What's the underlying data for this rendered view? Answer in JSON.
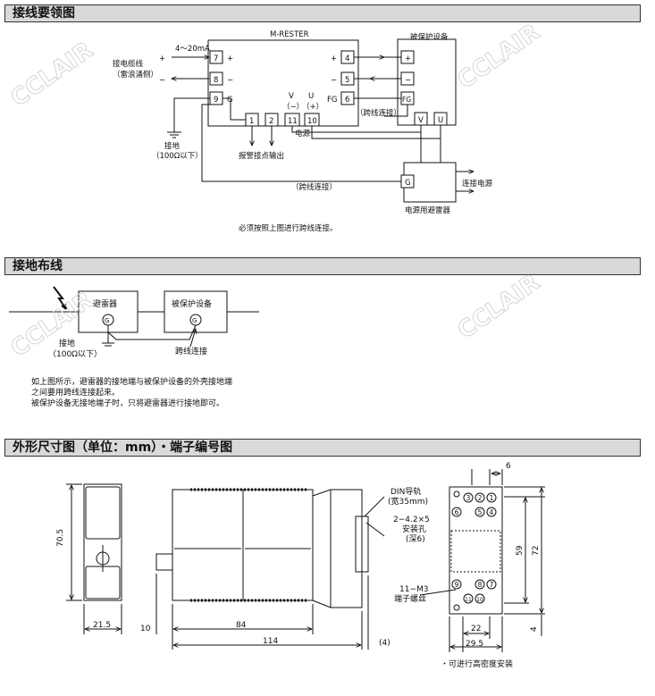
{
  "sections": {
    "wiring_title": "接线要领图",
    "ground_title": "接地布线",
    "dims_title": "外形尺寸图（单位：mm）・端子编号图"
  },
  "wiring": {
    "device_name": "M-RESTER",
    "current_range": "4～20mA",
    "plus": "+",
    "minus": "−",
    "cable_label_1": "接电缆线",
    "cable_label_2": "（雷浪涌侧）",
    "terminal_g": "G",
    "terminal_fg": "FG",
    "v_label": "V",
    "u_label": "U",
    "v_sign": "（−）",
    "u_sign": "（+）",
    "protected_device": "被保护设备",
    "power_label": "电源",
    "jumper_label": "（跨线连接）",
    "ground_1": "接地",
    "ground_2": "（100Ω以下）",
    "alarm_output": "报警接点输出",
    "connect_power": "连接电源",
    "power_arrester": "电源用避雷器",
    "footnote": "必须按照上图进行跨线连接。",
    "terminals": {
      "t7": "7",
      "t8": "8",
      "t9": "9",
      "t4": "4",
      "t5": "5",
      "t6": "6",
      "t1": "1",
      "t2": "2",
      "t11": "11",
      "t10": "10"
    },
    "box_plus": "+",
    "box_minus": "−",
    "box_fg": "FG",
    "box_v": "V",
    "box_u": "U",
    "box_g": "G"
  },
  "grounding": {
    "arrester": "避雷器",
    "protected": "被保护设备",
    "g": "G",
    "ground_1": "接地",
    "ground_2": "（100Ω以下）",
    "jumper": "跨线连接",
    "desc_1": "如上图所示，避雷器的接地端与被保护设备的外壳接地端",
    "desc_2": "之间要用跨线连接起来。",
    "desc_3": "被保护设备无接地端子时，只将避雷器进行接地即可。"
  },
  "dims": {
    "h70_5": "70.5",
    "w21_5": "21.5",
    "d10": "10",
    "d84": "84",
    "d114": "114",
    "d4p": "(4)",
    "din_1": "DIN导轨",
    "din_2": "(宽35mm)",
    "hole_1": "2−4.2×5",
    "hole_2": "安装孔",
    "hole_3": "(深6)",
    "screw_1": "11−M3",
    "screw_2": "端子螺丝",
    "d6": "6",
    "d59": "59",
    "d72": "72",
    "d22": "22",
    "d29_5": "29.5",
    "d4": "4",
    "mount_note": "・可进行高密度安装",
    "term_top": [
      "3",
      "2",
      "1"
    ],
    "term_top2": [
      "6",
      "5",
      "4"
    ],
    "term_bot": [
      "9",
      "8",
      "7"
    ],
    "term_bot2": [
      "11",
      "10"
    ]
  },
  "watermark": "CCLAIR"
}
